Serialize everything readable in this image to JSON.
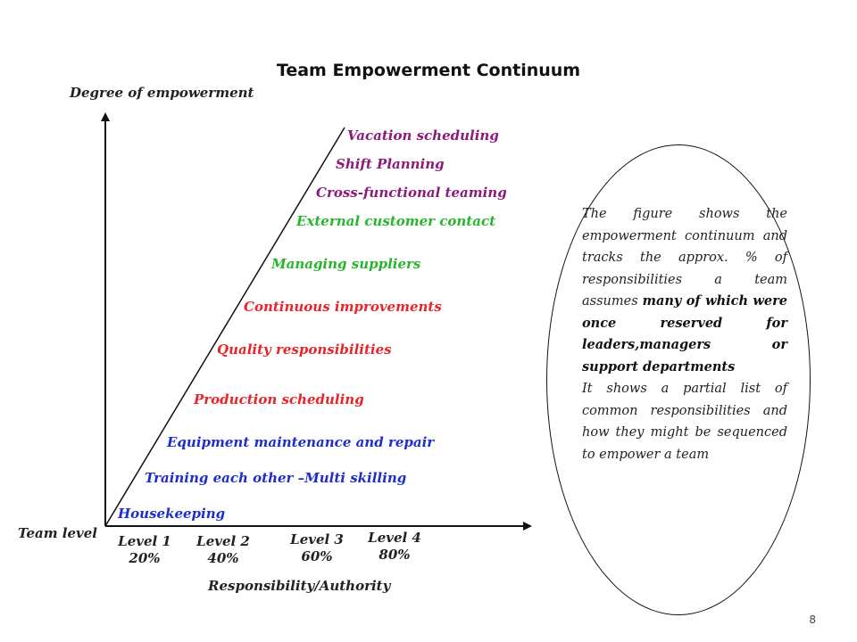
{
  "title": "Team Empowerment Continuum",
  "y_axis_label": "Degree of empowerment",
  "x_axis_label": "Responsibility/Authority",
  "origin_label": "Team level",
  "levels": [
    {
      "name": "Level 1",
      "percent": "20%"
    },
    {
      "name": "Level 2",
      "percent": "40%"
    },
    {
      "name": "Level 3",
      "percent": "60%"
    },
    {
      "name": "Level 4",
      "percent": "80%"
    }
  ],
  "responsibilities": [
    {
      "label": "Housekeeping",
      "color": "#1f2dcc"
    },
    {
      "label": "Training each other –Multi skilling",
      "color": "#1f2dcc"
    },
    {
      "label": "Equipment maintenance and repair",
      "color": "#1f2dcc"
    },
    {
      "label": "Production scheduling",
      "color": "#e8242a"
    },
    {
      "label": "Quality responsibilities",
      "color": "#e8242a"
    },
    {
      "label": "Continuous improvements",
      "color": "#e8242a"
    },
    {
      "label": "Managing suppliers",
      "color": "#27b52c"
    },
    {
      "label": "External customer contact",
      "color": "#27b52c"
    },
    {
      "label": "Cross-functional teaming",
      "color": "#8b1a7a"
    },
    {
      "label": "Shift Planning",
      "color": "#8b1a7a"
    },
    {
      "label": "Vacation scheduling",
      "color": "#8b1a7a"
    }
  ],
  "note": {
    "part1": "The figure shows the empowerment continuum and tracks the approx. % of responsibilities a team assumes ",
    "part1_bold": "many of which were once reserved for leaders,managers or support departments",
    "part2": "It shows a partial list of common responsibilities and how they might be sequenced to empower a team"
  },
  "page_number": "8"
}
